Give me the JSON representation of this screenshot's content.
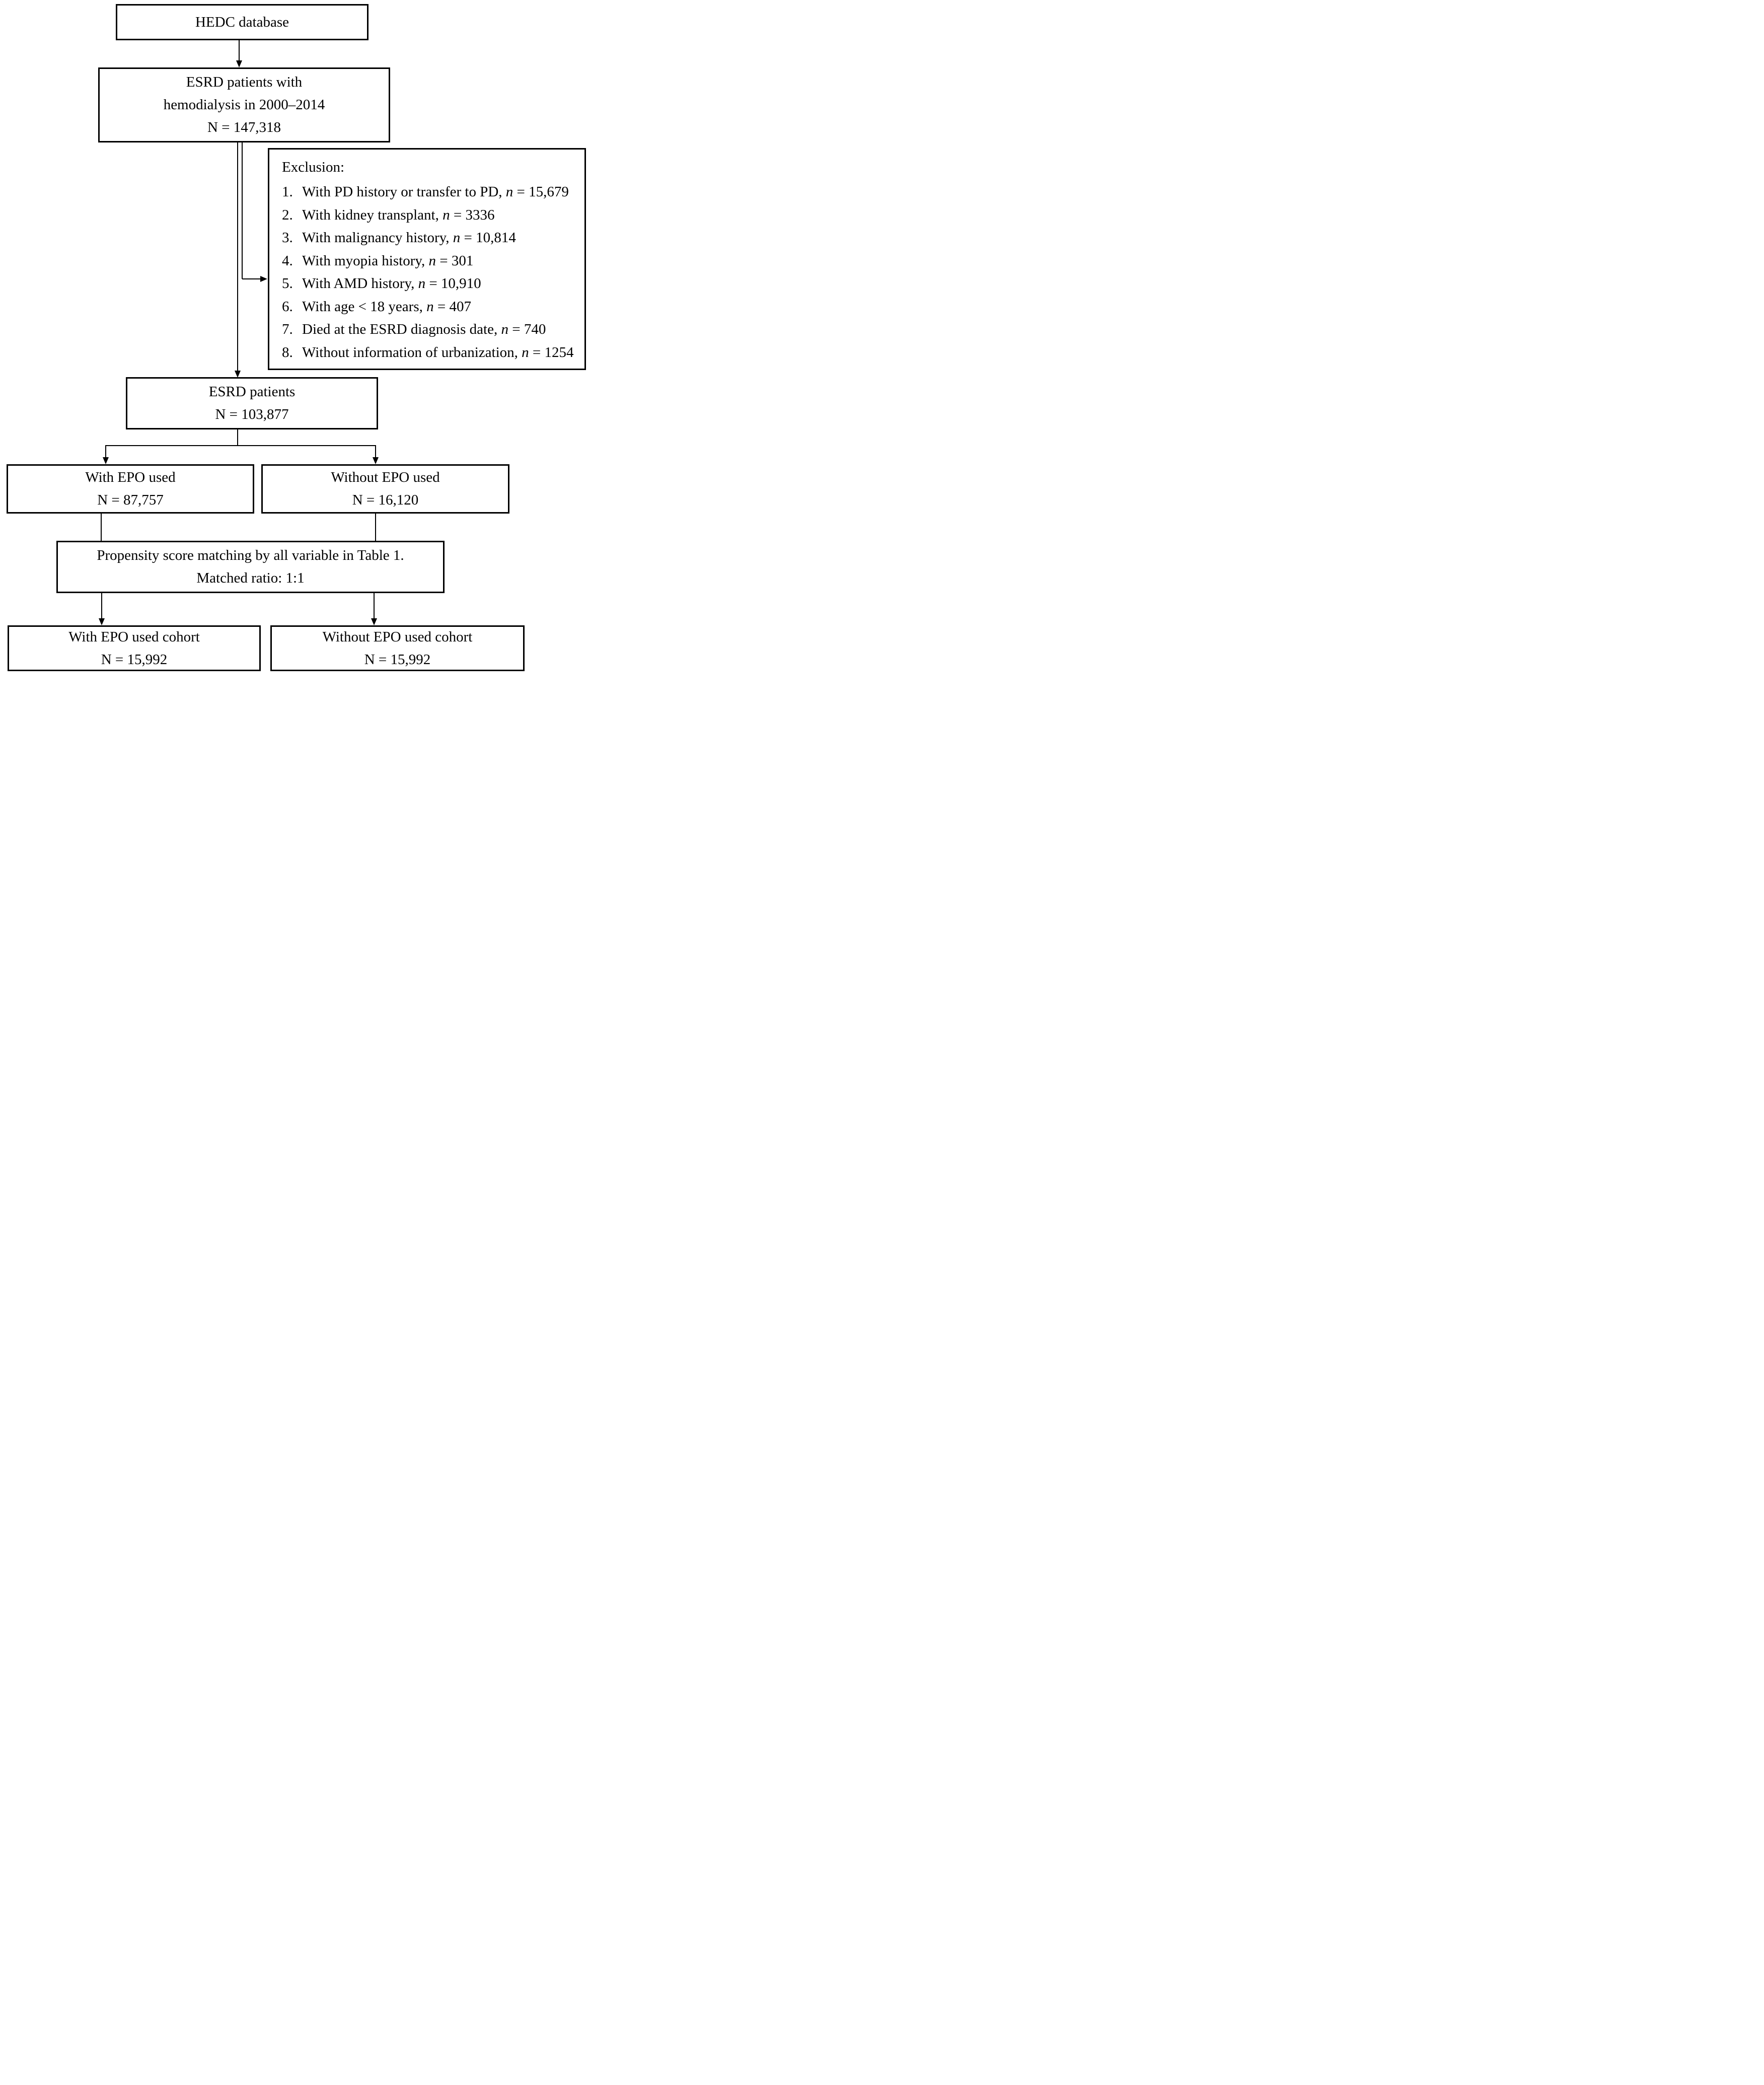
{
  "page": {
    "background": "#ffffff",
    "line_color": "#000000"
  },
  "boxes": {
    "hedc": {
      "label": "HEDC database"
    },
    "esrd_hd": {
      "lines": [
        "ESRD patients with",
        "hemodialysis in 2000–2014",
        "N = 147,318"
      ]
    },
    "esrd": {
      "lines": [
        "ESRD patients",
        "N = 103,877"
      ]
    },
    "with_epo": {
      "lines": [
        "With EPO used",
        "N = 87,757"
      ]
    },
    "without_epo": {
      "lines": [
        "Without EPO used",
        "N = 16,120"
      ]
    },
    "psm": {
      "lines": [
        "Propensity score matching by all variable in Table 1.",
        "Matched ratio: 1:1"
      ]
    },
    "with_epo_cohort": {
      "lines": [
        "With EPO used cohort",
        "N = 15,992"
      ]
    },
    "without_epo_cohort": {
      "lines": [
        "Without EPO used cohort",
        "N = 15,992"
      ]
    }
  },
  "exclusion": {
    "title": "Exclusion:",
    "items": [
      {
        "num": "1.",
        "text": "With PD history or transfer to PD, ",
        "n": "n",
        "value": " = 15,679"
      },
      {
        "num": "2.",
        "text": "With kidney transplant, ",
        "n": "n",
        "value": " = 3336"
      },
      {
        "num": "3.",
        "text": "With malignancy history, ",
        "n": "n",
        "value": " = 10,814"
      },
      {
        "num": "4.",
        "text": "With myopia history, ",
        "n": "n",
        "value": " = 301"
      },
      {
        "num": "5.",
        "text": "With AMD history, ",
        "n": "n",
        "value": " = 10,910"
      },
      {
        "num": "6.",
        "text": "With age < 18 years, ",
        "n": "n",
        "value": " = 407"
      },
      {
        "num": "7.",
        "text": "Died at the ESRD diagnosis date, ",
        "n": "n",
        "value": " = 740"
      },
      {
        "num": "8.",
        "text": "Without information of urbanization, ",
        "n": "n",
        "value": " = 1254"
      }
    ]
  }
}
